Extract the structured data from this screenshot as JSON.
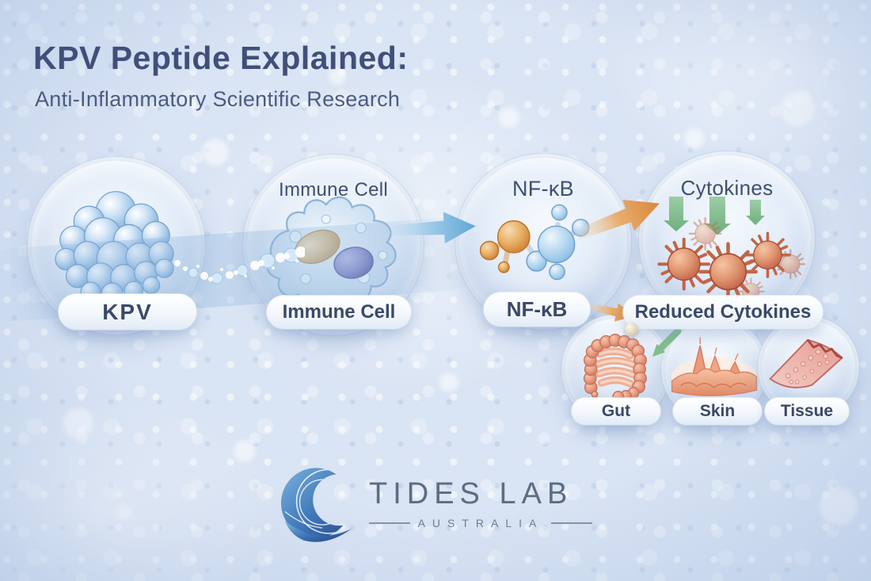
{
  "header": {
    "title": "KPV Peptide Explained:",
    "subtitle": "Anti-Inflammatory Scientific Research"
  },
  "flow": {
    "nodes": [
      {
        "id": "kpv",
        "pill": "KPV",
        "icon": "kpv-peptide-cluster-icon"
      },
      {
        "id": "immune-cell",
        "top_label": "Immune Cell",
        "pill": "Immune Cell",
        "icon": "immune-cell-icon"
      },
      {
        "id": "nfkb",
        "top_label": "NF-κB",
        "pill": "NF-κB",
        "icon": "nfkb-molecule-icon"
      },
      {
        "id": "cytokines",
        "top_label": "Cytokines",
        "icon": "cytokines-icon"
      }
    ],
    "result_pill": "Reduced Cytokines",
    "targets": [
      {
        "id": "gut",
        "pill": "Gut",
        "icon": "gut-icon"
      },
      {
        "id": "skin",
        "pill": "Skin",
        "icon": "skin-icon"
      },
      {
        "id": "tissue",
        "pill": "Tissue",
        "icon": "tissue-icon"
      }
    ],
    "arrows": [
      {
        "from": "kpv",
        "to": "immune-cell",
        "style": "particle-stream",
        "color": "#d4e8f7"
      },
      {
        "from": "immune-cell",
        "to": "nfkb",
        "style": "block-arrow",
        "color": "#74b3da"
      },
      {
        "from": "nfkb",
        "to": "cytokines",
        "style": "block-arrow",
        "color": "#dd8e44"
      },
      {
        "from": "nfkb",
        "to": "reduced-cytokines",
        "style": "small-block-arrow",
        "color": "#dd8e44"
      },
      {
        "from": "reduced-cytokines",
        "to": "targets",
        "style": "bent-arrow",
        "color": "#82bd8e"
      },
      {
        "within": "cytokines",
        "style": "triple-down-arrows",
        "color": "#82bd8e"
      }
    ]
  },
  "logo": {
    "name": "TIDES LAB",
    "tagline": "AUSTRALIA"
  },
  "colors": {
    "background": "#d9e4f4",
    "title_text": "#414f79",
    "subtitle_text": "#4c5b81",
    "label_text": "#3a4968",
    "arrow_blue": "#74b3da",
    "arrow_orange": "#dd8e44",
    "arrow_green": "#82bd8e",
    "cytokine_red": "#c4664a",
    "peptide_sphere_blue": "#a6c9e9",
    "logo_blue_dark": "#1d3d7c",
    "logo_blue_light": "#7db6e0"
  }
}
